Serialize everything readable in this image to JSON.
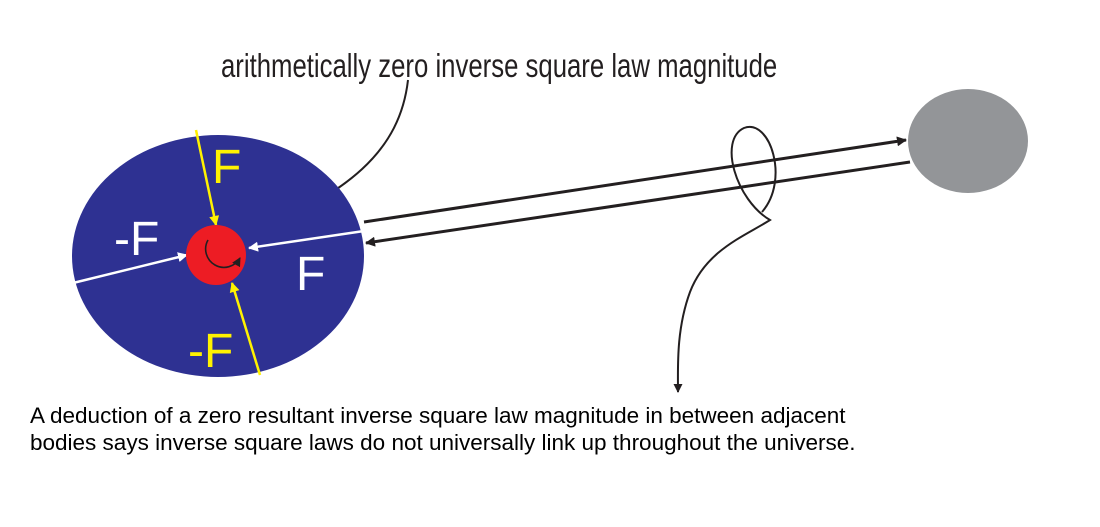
{
  "title": "arithmetically zero inverse square law magnitude",
  "labels": {
    "top_force": "F",
    "left_force": "-F",
    "right_force": "F",
    "bottom_force": "-F"
  },
  "caption": {
    "line1": "A deduction of a zero resultant inverse square law magnitude in between adjacent",
    "line2": "bodies says inverse square laws do not universally link up throughout the universe."
  },
  "colors": {
    "large_body": "#2e3192",
    "core": "#ed1c24",
    "distant_body": "#939598",
    "yellow_force": "#fff200",
    "white_force": "#ffffff",
    "ink": "#231f20"
  }
}
